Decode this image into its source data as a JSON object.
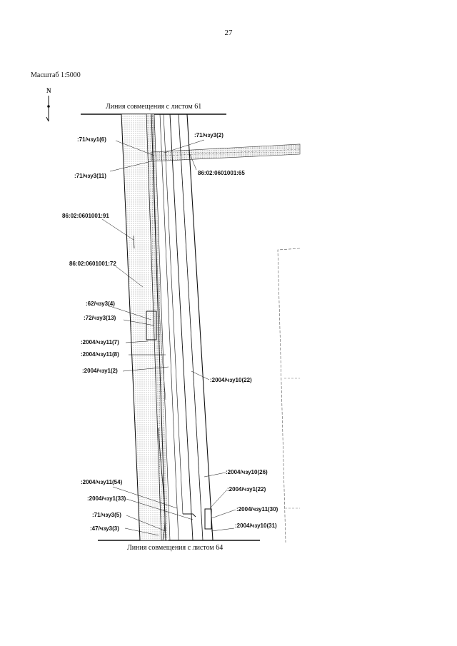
{
  "page_number": "27",
  "scale": "Масштаб 1:5000",
  "north": "N",
  "match_top": "Линия совмещения с листом 61",
  "match_bottom": "Линия совмещения с листом 64",
  "labels": {
    "l1": ":71/чзу1(6)",
    "l2": ":71/чзу3(2)",
    "l3": ":71/чзу3(11)",
    "l4": "86:02:0601001:65",
    "l5": "86:02:0601001:91",
    "l6": "86:02:0601001:72",
    "l7": ":62/чзу3(4)",
    "l8": ":72/чзу3(13)",
    "l9": ":2004/чзу11(7)",
    "l10": ":2004/чзу11(8)",
    "l11": ":2004/чзу1(2)",
    "l12": ":2004/чзу10(22)",
    "l13": ":2004/чзу10(26)",
    "l14": ":2004/чзу11(54)",
    "l15": ":2004/чзу1(22)",
    "l16": ":2004/чзу1(33)",
    "l17": ":2004/чзу11(30)",
    "l18": ":71/чзу3(5)",
    "l19": ":47/чзу3(3)",
    "l20": ":2004/чзу10(31)"
  }
}
